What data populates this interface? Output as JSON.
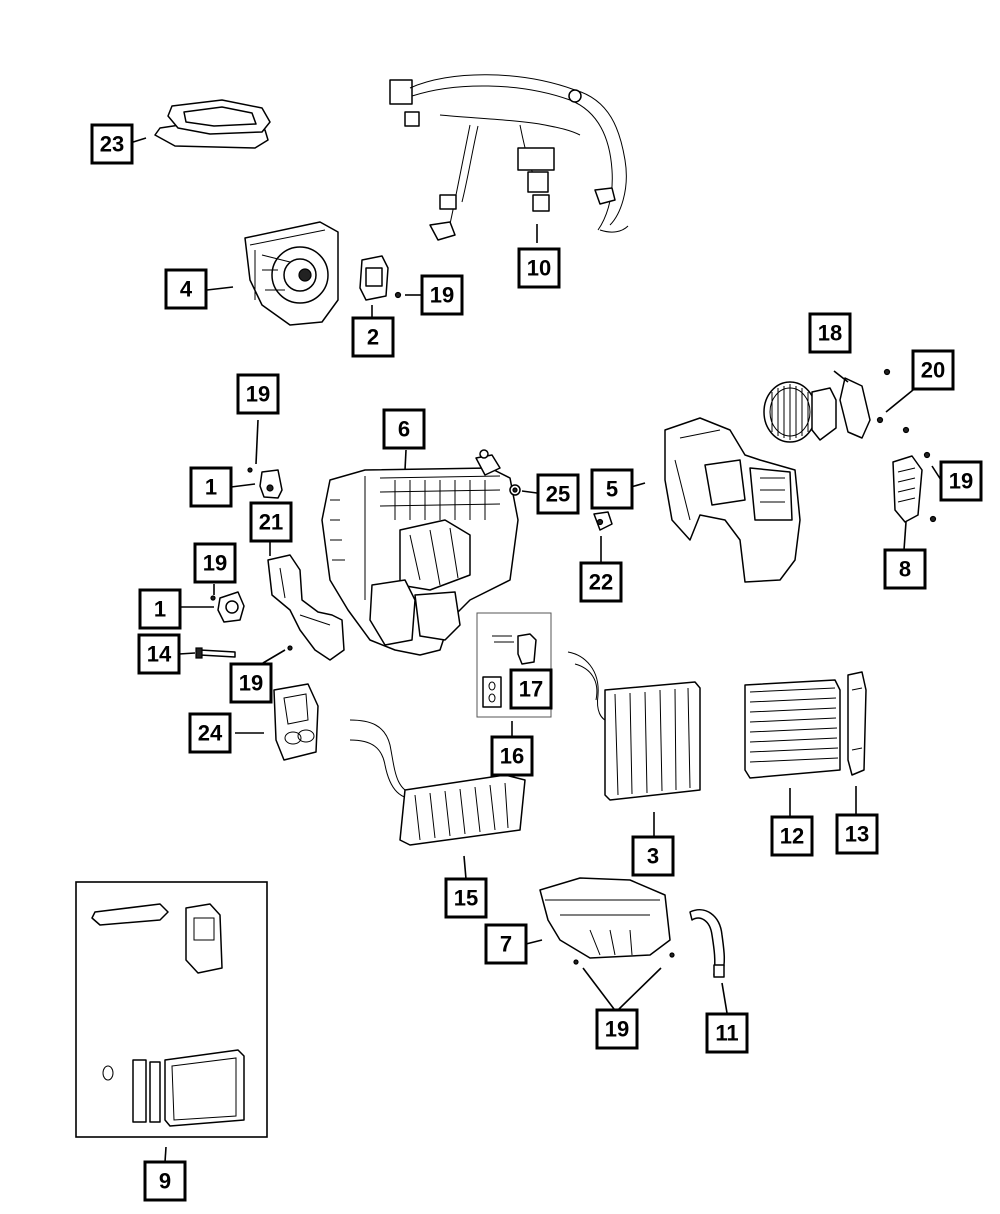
{
  "diagram": {
    "callouts": [
      {
        "id": "c23",
        "number": "23"
      },
      {
        "id": "c10",
        "number": "10"
      },
      {
        "id": "c4",
        "number": "4"
      },
      {
        "id": "c19a",
        "number": "19"
      },
      {
        "id": "c2",
        "number": "2"
      },
      {
        "id": "c18",
        "number": "18"
      },
      {
        "id": "c20",
        "number": "20"
      },
      {
        "id": "c19b",
        "number": "19"
      },
      {
        "id": "c6",
        "number": "6"
      },
      {
        "id": "c1a",
        "number": "1"
      },
      {
        "id": "c25",
        "number": "25"
      },
      {
        "id": "c5",
        "number": "5"
      },
      {
        "id": "c19c",
        "number": "19"
      },
      {
        "id": "c21",
        "number": "21"
      },
      {
        "id": "c22",
        "number": "22"
      },
      {
        "id": "c8",
        "number": "8"
      },
      {
        "id": "c19d",
        "number": "19"
      },
      {
        "id": "c1b",
        "number": "1"
      },
      {
        "id": "c14",
        "number": "14"
      },
      {
        "id": "c17",
        "number": "17"
      },
      {
        "id": "c19e",
        "number": "19"
      },
      {
        "id": "c24",
        "number": "24"
      },
      {
        "id": "c16",
        "number": "16"
      },
      {
        "id": "c12",
        "number": "12"
      },
      {
        "id": "c13",
        "number": "13"
      },
      {
        "id": "c3",
        "number": "3"
      },
      {
        "id": "c15",
        "number": "15"
      },
      {
        "id": "c7",
        "number": "7"
      },
      {
        "id": "c19f",
        "number": "19"
      },
      {
        "id": "c11",
        "number": "11"
      },
      {
        "id": "c9",
        "number": "9"
      }
    ]
  }
}
